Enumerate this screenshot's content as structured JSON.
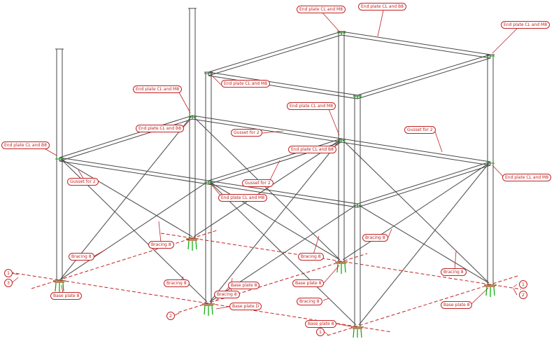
{
  "colors": {
    "annotation_red": "#c22222",
    "steel_line": "#474747",
    "anchor_bolt_green": "#00a800",
    "base_plate_brown": "#8a4500",
    "grid_dashed_red": "#c22222"
  },
  "callouts": [
    {
      "text": "End plate CL and M8"
    },
    {
      "text": "End plate CL and B8"
    },
    {
      "text": "End plate CL and M8"
    },
    {
      "text": "End plate CL and M8"
    },
    {
      "text": "End plate CL and M8"
    },
    {
      "text": "End plate CL and B8"
    },
    {
      "text": "End plate CL and M8"
    },
    {
      "text": "End plate CL and B8"
    },
    {
      "text": "End plate CL and B8"
    },
    {
      "text": "Gusset for 2"
    },
    {
      "text": "Gusset for 2"
    },
    {
      "text": "Gusset for 2"
    },
    {
      "text": "Gusset for 2"
    },
    {
      "text": "End plate CL and M8"
    },
    {
      "text": "End plate CL and M8"
    },
    {
      "text": "Bracing 8"
    },
    {
      "text": "Bracing 8"
    },
    {
      "text": "Bracing 8"
    },
    {
      "text": "Bracing 8"
    },
    {
      "text": "Bracing 8"
    },
    {
      "text": "Bracing 8"
    },
    {
      "text": "Bracing 8"
    },
    {
      "text": "Bracing 8"
    },
    {
      "text": "Base plate 8"
    },
    {
      "text": "Base plate 8"
    },
    {
      "text": "Base plate 8"
    },
    {
      "text": "Base plate D"
    },
    {
      "text": "Base plate 8"
    },
    {
      "text": "Base plate 8"
    }
  ],
  "grid_bubbles": [
    {
      "text": "1"
    },
    {
      "text": "3"
    },
    {
      "text": "1"
    },
    {
      "text": "2"
    },
    {
      "text": "2"
    },
    {
      "text": "1"
    }
  ]
}
